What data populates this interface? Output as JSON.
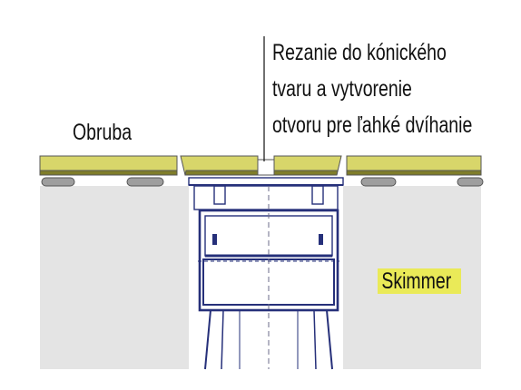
{
  "labels": {
    "coping": "Obruba",
    "cutting_note": [
      "Rezanie do kónického",
      "tvaru a vytvorenie",
      "otvoru pre ľahké dvíhanie"
    ],
    "skimmer": "Skimmer"
  },
  "colors": {
    "coping_stone": "#d8d66a",
    "coping_shadow": "#7f7d2a",
    "wall": "#e4e4e4",
    "mortar_pad": "#9e9e9e",
    "skimmer_outline": "#26307a",
    "skimmer_highlight": "#eaea58",
    "line": "#111111"
  }
}
